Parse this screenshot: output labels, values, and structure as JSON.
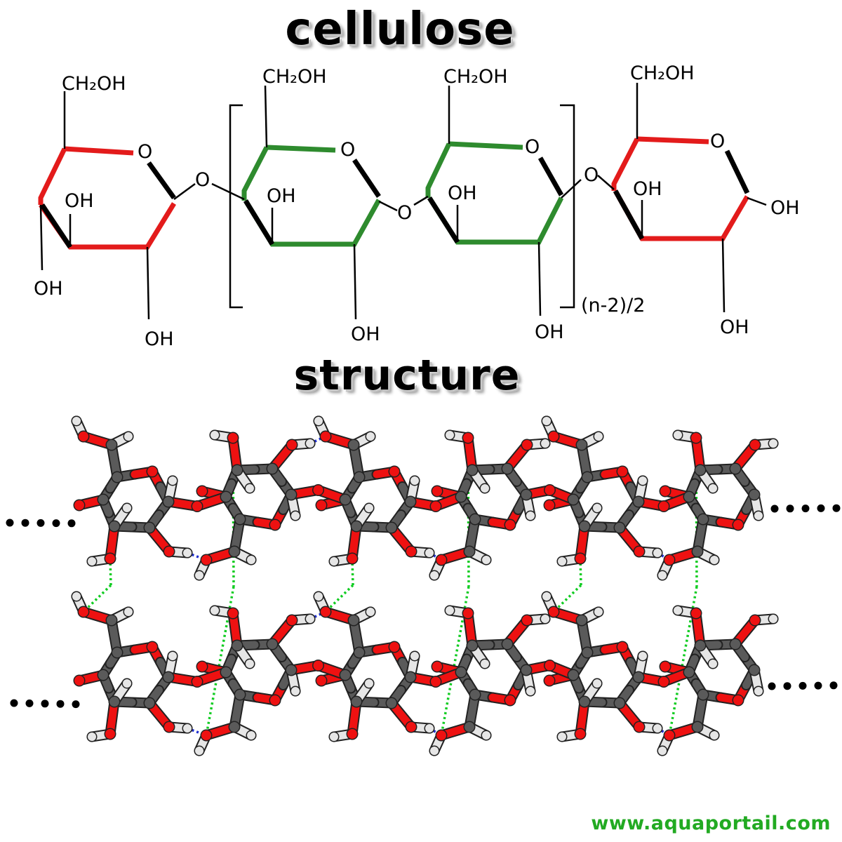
{
  "titles": {
    "top": "cellulose",
    "bottom": "structure"
  },
  "formula": {
    "ch2oh": "CH₂OH",
    "oh": "OH",
    "ring_o": "O",
    "bridge_o": "O",
    "repeat_subscript": "(n-2)/2"
  },
  "colors": {
    "terminal_ring": "#e31b1b",
    "repeat_ring": "#2e8b2e",
    "bond_black": "#000000",
    "atom_carbon": "#5a5a5a",
    "atom_oxygen": "#ee1111",
    "atom_hydrogen": "#e6e6e6",
    "intra_h_bond": "#1f2fd0",
    "inter_h_bond": "#11cc22",
    "watermark": "#22aa22"
  },
  "watermark": "www.aquaportail.com"
}
